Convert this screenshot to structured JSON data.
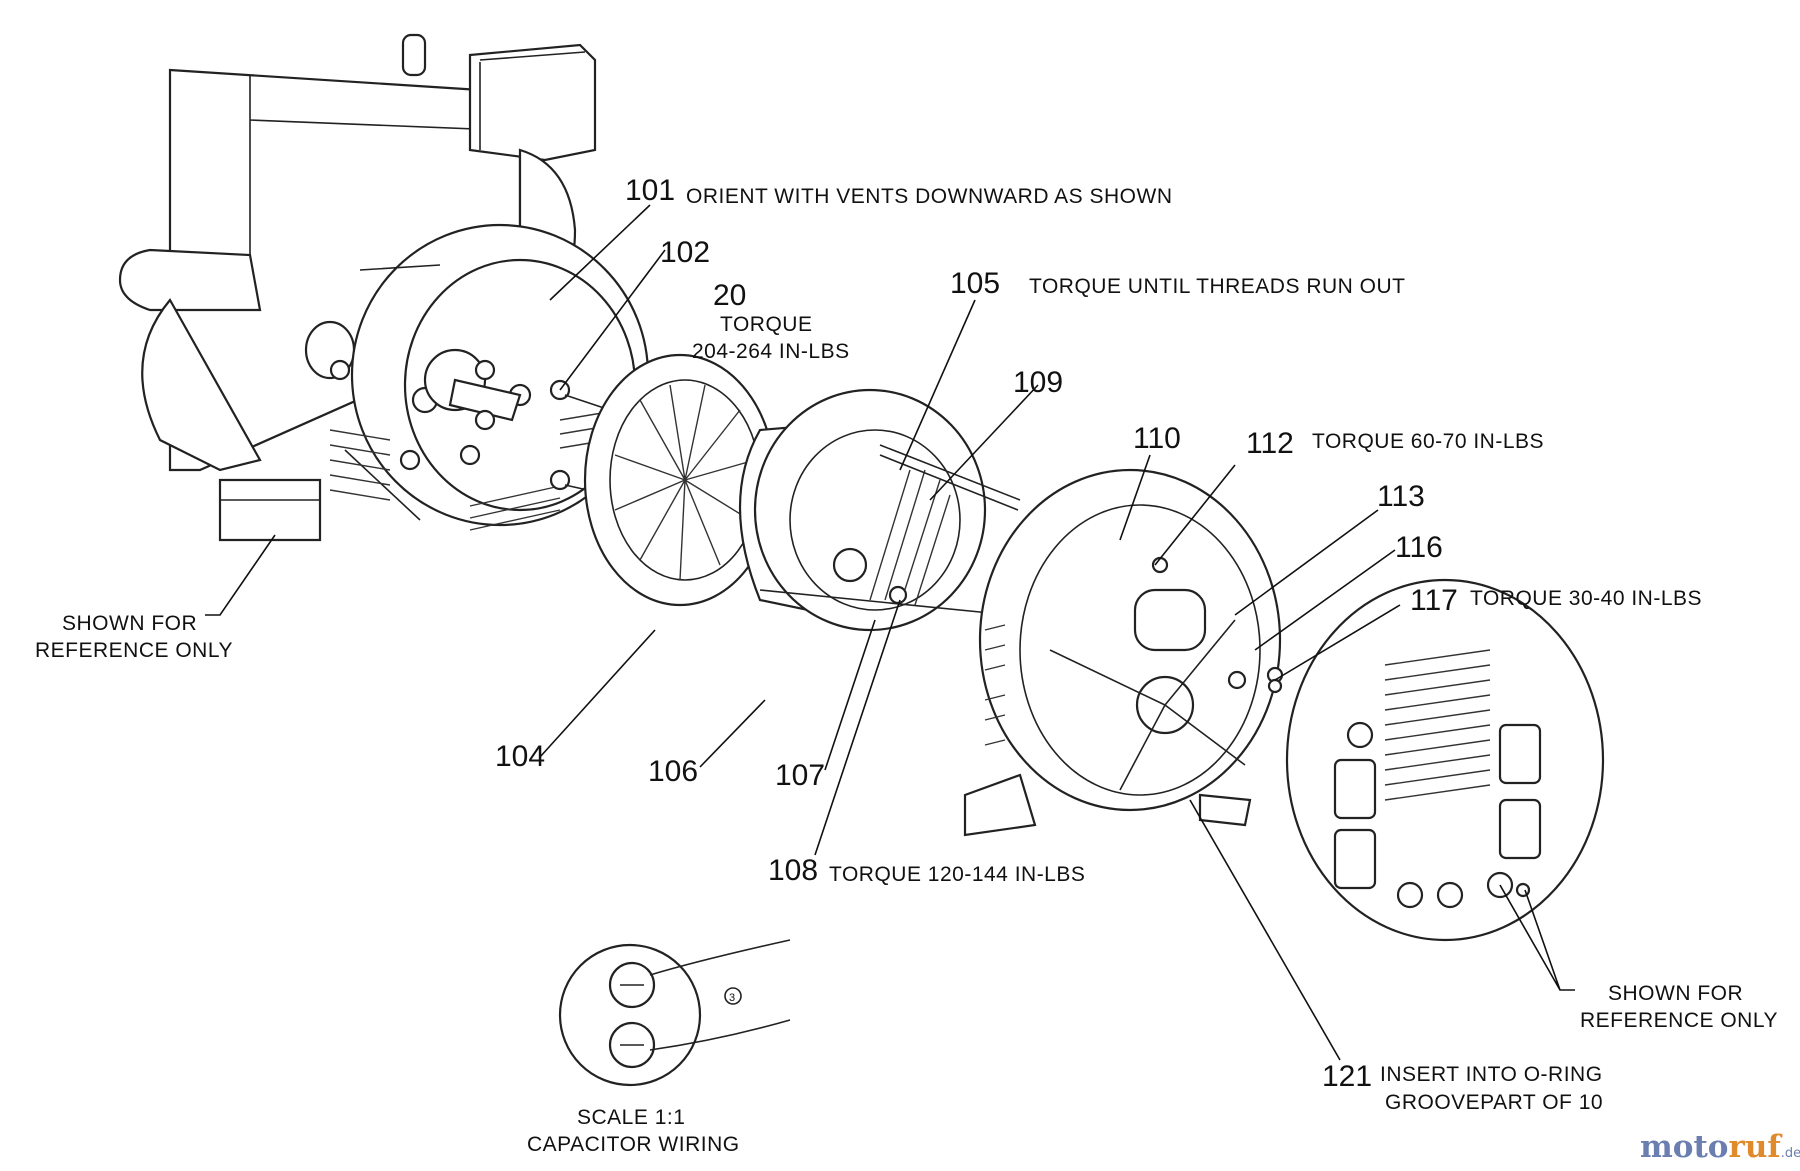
{
  "callouts": {
    "c101": {
      "num": "101",
      "note": "ORIENT WITH VENTS DOWNWARD AS SHOWN"
    },
    "c102": {
      "num": "102"
    },
    "c20": {
      "num": "20",
      "note_line1": "TORQUE",
      "note_line2": "204-264 IN-LBS"
    },
    "c105": {
      "num": "105",
      "note": "TORQUE UNTIL THREADS RUN OUT"
    },
    "c109": {
      "num": "109"
    },
    "c110": {
      "num": "110"
    },
    "c112": {
      "num": "112",
      "note": "TORQUE 60-70 IN-LBS"
    },
    "c113": {
      "num": "113"
    },
    "c116": {
      "num": "116"
    },
    "c117": {
      "num": "117",
      "note": "TORQUE 30-40 IN-LBS"
    },
    "c104": {
      "num": "104"
    },
    "c106": {
      "num": "106"
    },
    "c107": {
      "num": "107"
    },
    "c108": {
      "num": "108",
      "note": "TORQUE 120-144 IN-LBS"
    },
    "c121": {
      "num": "121",
      "note_line1": "INSERT INTO O-RING",
      "note_line2": "GROOVEPART OF 10"
    }
  },
  "reference_left": {
    "line1": "SHOWN FOR",
    "line2": "REFERENCE ONLY"
  },
  "reference_right": {
    "line1": "SHOWN FOR",
    "line2": "REFERENCE ONLY"
  },
  "capacitor": {
    "line1": "SCALE 1:1",
    "line2": "CAPACITOR WIRING",
    "marker": "3"
  },
  "watermark": {
    "part1": "moto",
    "part2": "ruf",
    "suffix": ".de"
  },
  "colors": {
    "line": "#222222",
    "background": "#ffffff",
    "watermark_blue": "#6a7fb0",
    "watermark_orange": "#e08a2c"
  }
}
